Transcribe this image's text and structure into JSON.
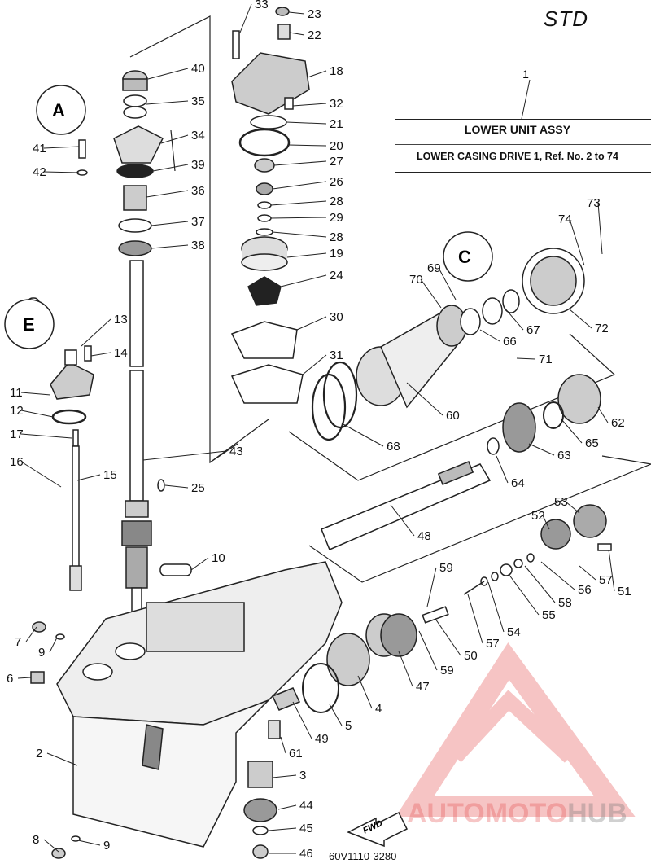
{
  "header": {
    "std_label": "STD",
    "title_ref_number": "1",
    "title_line1": "LOWER  UNIT ASSY",
    "title_line2": "LOWER CASING DRIVE 1,  Ref. No. 2 to 74"
  },
  "footer": {
    "drawing_code": "60V1110-3280"
  },
  "watermark": {
    "part1": "AUTOMOTO",
    "part2": "HUB",
    "color": "#e65a5a"
  },
  "callouts": [
    {
      "id": "c33",
      "label": "33"
    },
    {
      "id": "c23",
      "label": "23"
    },
    {
      "id": "c22",
      "label": "22"
    },
    {
      "id": "c40",
      "label": "40"
    },
    {
      "id": "c18",
      "label": "18"
    },
    {
      "id": "c35",
      "label": "35"
    },
    {
      "id": "c32",
      "label": "32"
    },
    {
      "id": "c21",
      "label": "21"
    },
    {
      "id": "c20",
      "label": "20"
    },
    {
      "id": "c34",
      "label": "34"
    },
    {
      "id": "c41",
      "label": "41"
    },
    {
      "id": "c42",
      "label": "42"
    },
    {
      "id": "c39",
      "label": "39"
    },
    {
      "id": "c27",
      "label": "27"
    },
    {
      "id": "c26",
      "label": "26"
    },
    {
      "id": "c28a",
      "label": "28"
    },
    {
      "id": "c36",
      "label": "36"
    },
    {
      "id": "c29",
      "label": "29"
    },
    {
      "id": "c37",
      "label": "37"
    },
    {
      "id": "c28b",
      "label": "28"
    },
    {
      "id": "c38",
      "label": "38"
    },
    {
      "id": "c19",
      "label": "19"
    },
    {
      "id": "c73",
      "label": "73"
    },
    {
      "id": "c74",
      "label": "74"
    },
    {
      "id": "c69",
      "label": "69"
    },
    {
      "id": "c70",
      "label": "70"
    },
    {
      "id": "c24",
      "label": "24"
    },
    {
      "id": "c30",
      "label": "30"
    },
    {
      "id": "c67",
      "label": "67"
    },
    {
      "id": "c72",
      "label": "72"
    },
    {
      "id": "c66",
      "label": "66"
    },
    {
      "id": "c13",
      "label": "13"
    },
    {
      "id": "c14",
      "label": "14"
    },
    {
      "id": "c31",
      "label": "31"
    },
    {
      "id": "c71",
      "label": "71"
    },
    {
      "id": "c11",
      "label": "11"
    },
    {
      "id": "c12",
      "label": "12"
    },
    {
      "id": "c60",
      "label": "60"
    },
    {
      "id": "c62",
      "label": "62"
    },
    {
      "id": "c17",
      "label": "17"
    },
    {
      "id": "c65",
      "label": "65"
    },
    {
      "id": "c68",
      "label": "68"
    },
    {
      "id": "c43",
      "label": "43"
    },
    {
      "id": "c63",
      "label": "63"
    },
    {
      "id": "c16",
      "label": "16"
    },
    {
      "id": "c15",
      "label": "15"
    },
    {
      "id": "c64",
      "label": "64"
    },
    {
      "id": "c25",
      "label": "25"
    },
    {
      "id": "c53",
      "label": "53"
    },
    {
      "id": "c52",
      "label": "52"
    },
    {
      "id": "c48",
      "label": "48"
    },
    {
      "id": "c10",
      "label": "10"
    },
    {
      "id": "c57a",
      "label": "57"
    },
    {
      "id": "c51",
      "label": "51"
    },
    {
      "id": "c59a",
      "label": "59"
    },
    {
      "id": "c56",
      "label": "56"
    },
    {
      "id": "c58",
      "label": "58"
    },
    {
      "id": "c55",
      "label": "55"
    },
    {
      "id": "c54",
      "label": "54"
    },
    {
      "id": "c7",
      "label": "7"
    },
    {
      "id": "c57b",
      "label": "57"
    },
    {
      "id": "c9a",
      "label": "9"
    },
    {
      "id": "c50",
      "label": "50"
    },
    {
      "id": "c59b",
      "label": "59"
    },
    {
      "id": "c47",
      "label": "47"
    },
    {
      "id": "c6",
      "label": "6"
    },
    {
      "id": "c4",
      "label": "4"
    },
    {
      "id": "c5",
      "label": "5"
    },
    {
      "id": "c49",
      "label": "49"
    },
    {
      "id": "c61",
      "label": "61"
    },
    {
      "id": "c2",
      "label": "2"
    },
    {
      "id": "c3",
      "label": "3"
    },
    {
      "id": "c44",
      "label": "44"
    },
    {
      "id": "c45",
      "label": "45"
    },
    {
      "id": "c8",
      "label": "8"
    },
    {
      "id": "c9b",
      "label": "9"
    },
    {
      "id": "c46",
      "label": "46"
    }
  ],
  "lube_symbols": [
    {
      "id": "grease-a",
      "label": "A"
    },
    {
      "id": "grease-e",
      "label": "E"
    },
    {
      "id": "grease-c",
      "label": "C"
    }
  ],
  "fwd_label": "FWD"
}
